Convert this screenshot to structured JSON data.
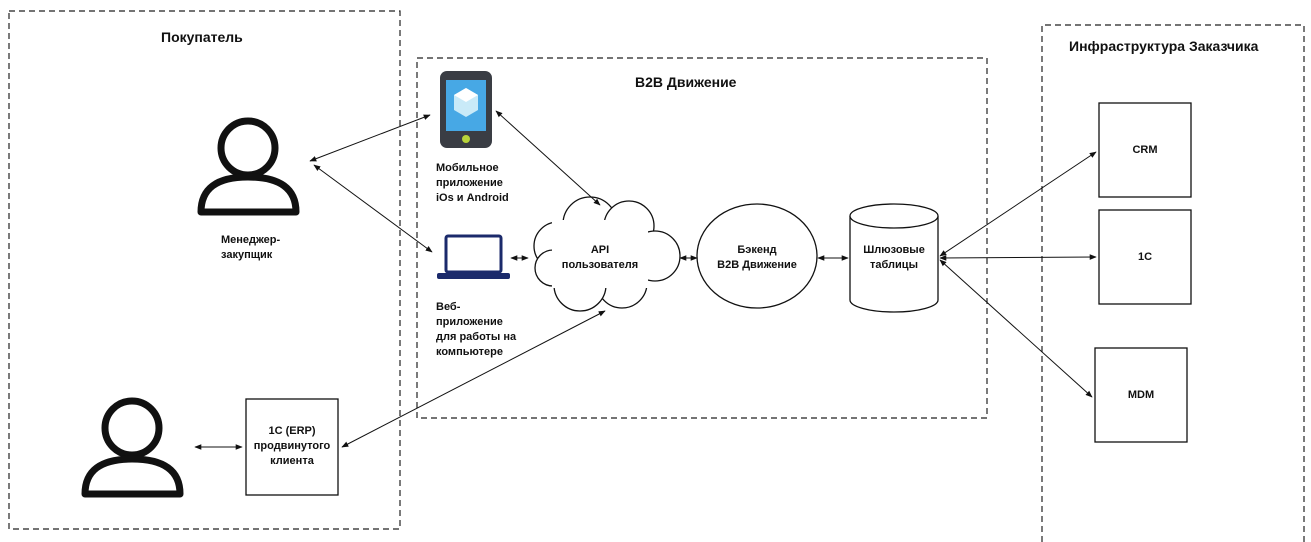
{
  "groups": {
    "buyer": "Покупатель",
    "b2b": "B2B Движение",
    "customer_infra": "Инфраструктура Заказчика"
  },
  "nodes": {
    "manager": "Менеджер-\nзакупщик",
    "mobile_app": "Мобильное\nприложение\niOs и Android",
    "web_app": "Веб-\nприложение\nдля работы на\nкомпьютере",
    "api": "API\nпользователя",
    "backend": "Бэкенд\nB2B Движение",
    "gateway": "Шлюзовые\nтаблицы",
    "erp": "1С (ERP)\nпродвинутого\nклиента",
    "crm": "CRM",
    "onec": "1С",
    "mdm": "MDM"
  },
  "icons": {
    "person": "person-icon",
    "tablet": "tablet-icon",
    "laptop": "laptop-icon",
    "cloud": "cloud-shape",
    "database": "database-cylinder"
  },
  "colors": {
    "tablet_body": "#3a3d44",
    "tablet_screen": "#47a8e5",
    "tablet_button": "#b8d43a",
    "laptop": "#1b2a6b"
  }
}
